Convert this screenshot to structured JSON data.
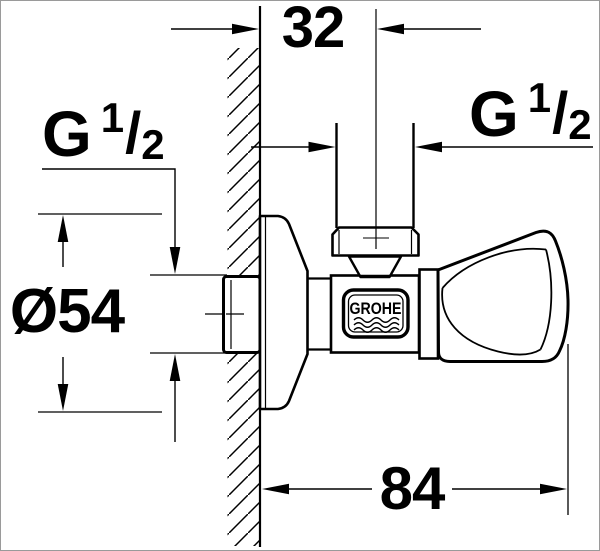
{
  "brand_badge": {
    "text": "GROHE"
  },
  "dimensions": {
    "top_offset": "32",
    "total_depth": "84",
    "flange_diameter": "Ø54",
    "thread_left": {
      "prefix": "G",
      "numerator": "1",
      "slash": "/",
      "denominator": "2"
    },
    "thread_right": {
      "prefix": "G",
      "numerator": "1",
      "slash": "/",
      "denominator": "2"
    }
  },
  "colors": {
    "line": "#000000",
    "background": "#ffffff",
    "frame": "#9a9a9a"
  }
}
